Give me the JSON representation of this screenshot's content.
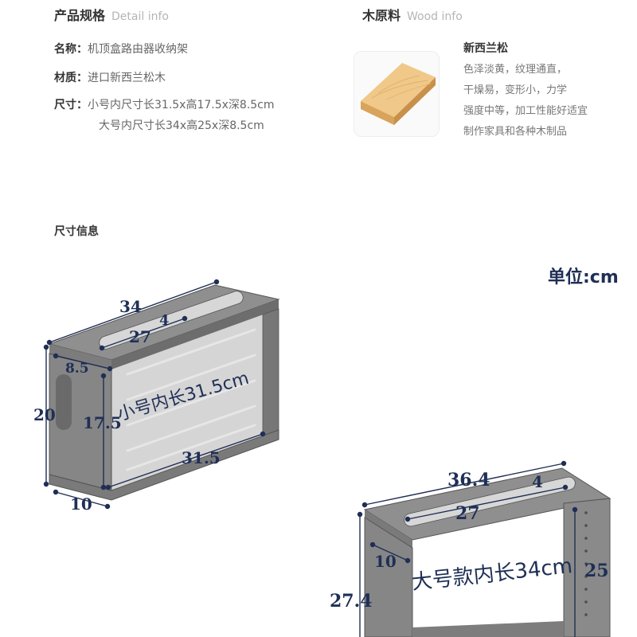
{
  "spec": {
    "title": "产品规格",
    "subtitle": "Detail info",
    "name_label": "名称：",
    "name_value": "机顶盒路由器收纳架",
    "material_label": "材质：",
    "material_value": "进口新西兰松木",
    "size_label": "尺寸：",
    "size_small": "小号内尺寸长31.5x高17.5x深8.5cm",
    "size_large": "大号内尺寸长34x高25x深8.5cm"
  },
  "wood": {
    "title": "木原料",
    "subtitle": "Wood info",
    "name": "新西兰松",
    "desc": [
      "色泽淡黄，纹理通直，",
      "干燥易，变形小，力学",
      "强度中等，加工性能好适宜",
      "制作家具和各种木制品"
    ]
  },
  "dims": {
    "title": "尺寸信息",
    "unit": "单位:cm",
    "small": {
      "w34": "34",
      "w27": "27",
      "w4": "4",
      "d85": "8.5",
      "h20": "20",
      "h175": "17.5",
      "l315": "31.5",
      "b10": "10",
      "inner": "小号内长31.5cm"
    },
    "large": {
      "w364": "36.4",
      "w4": "4",
      "w27": "27",
      "d10": "10",
      "h25": "25",
      "h274": "27.4",
      "inner": "大号款内长34cm"
    }
  },
  "colors": {
    "board": "#8f8f8f",
    "board_dark": "#6d6d6d",
    "dim": "#1f2f55",
    "wood": "#e9bd7a"
  }
}
